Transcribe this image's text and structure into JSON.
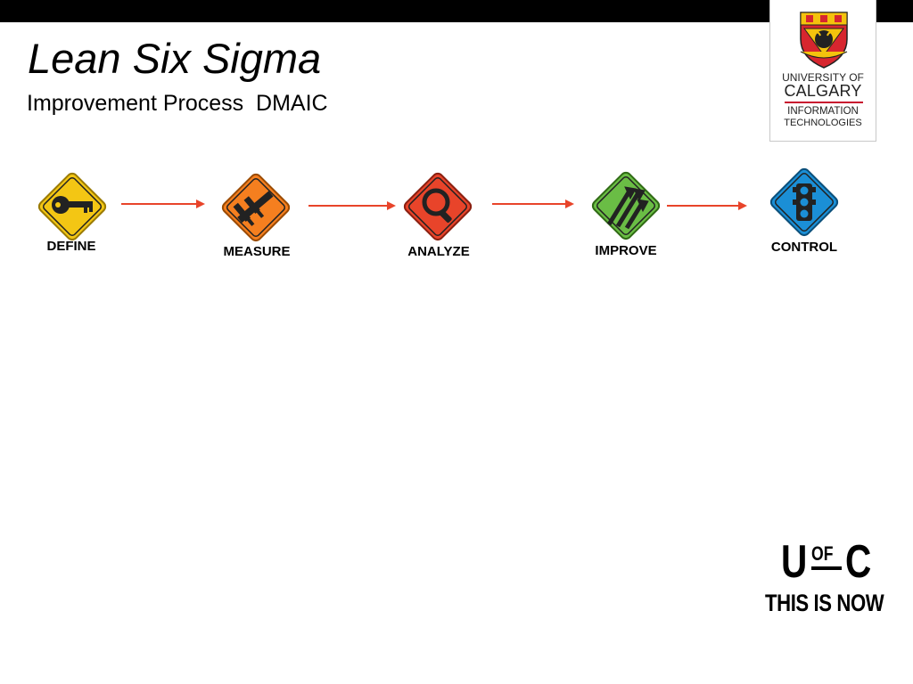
{
  "slide": {
    "title": "Lean Six Sigma",
    "subtitle": "Improvement Process  DMAIC"
  },
  "logo": {
    "line1": "UNIVERSITY OF",
    "line2": "CALGARY",
    "line3": "INFORMATION",
    "line4": "TECHNOLOGIES",
    "colors": {
      "rule": "#c8102e",
      "shield_red": "#d7262f",
      "shield_gold": "#f4c20d"
    }
  },
  "steps": [
    {
      "label": "DEFINE",
      "icon": "key-icon",
      "color": "#f3c614"
    },
    {
      "label": "MEASURE",
      "icon": "caliper-icon",
      "color": "#f57f1f"
    },
    {
      "label": "ANALYZE",
      "icon": "magnifier-icon",
      "color": "#e8442a"
    },
    {
      "label": "IMPROVE",
      "icon": "arrows-up-icon",
      "color": "#6abd45"
    },
    {
      "label": "CONTROL",
      "icon": "traffic-light-icon",
      "color": "#1b8fd6"
    }
  ],
  "arrow_color": "#e8442a",
  "brand": {
    "u": "U",
    "of": "OF",
    "c": "C",
    "tagline": "THIS IS NOW"
  }
}
